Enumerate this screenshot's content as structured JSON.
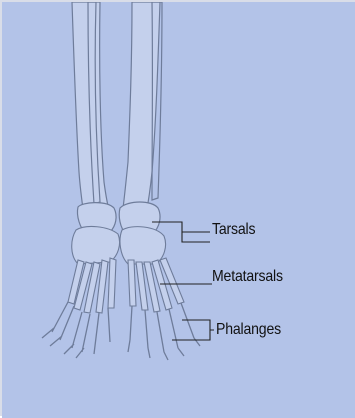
{
  "colors": {
    "background": "#b3c3e8",
    "bone_fill": "#c4d0ec",
    "bone_outline": "#6e7c9a",
    "leader_line": "#222222"
  },
  "labels": {
    "tarsals": "Tarsals",
    "metatarsals": "Metatarsals",
    "phalanges": "Phalanges"
  }
}
